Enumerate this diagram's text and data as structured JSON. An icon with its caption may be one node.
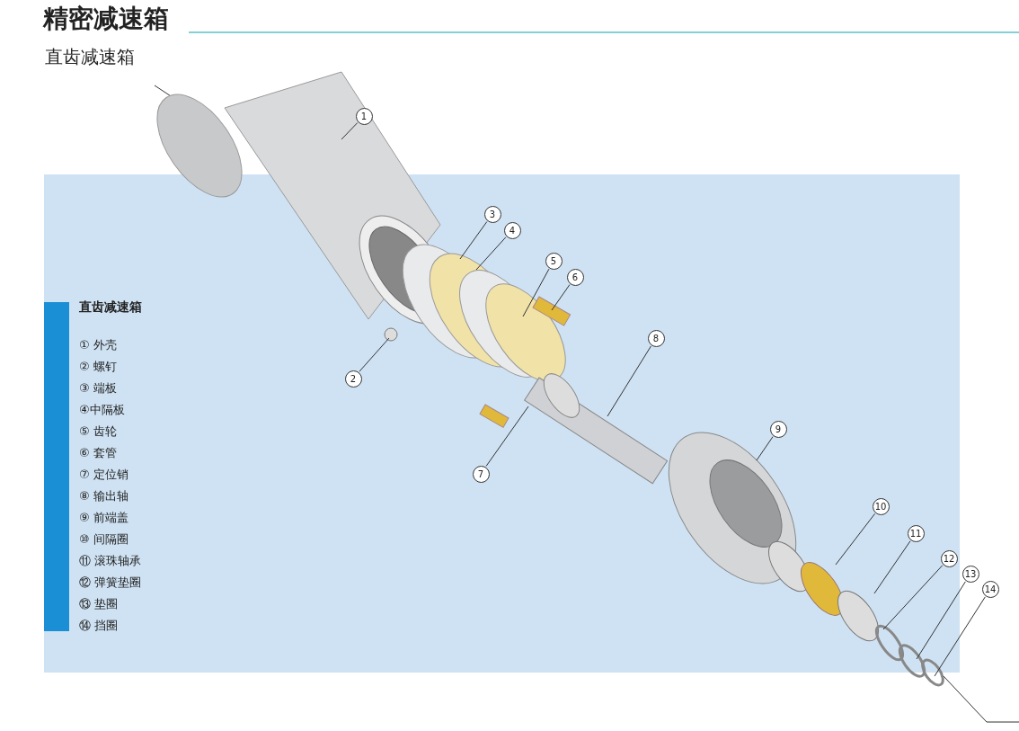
{
  "diagram": {
    "title": "精密减速箱",
    "nodes": [
      {
        "text": [
          "1"
        ]
      },
      {
        "text": [
          "2"
        ]
      },
      {
        "text": [
          "3"
        ]
      },
      {
        "text": [
          "4"
        ]
      },
      {
        "text": [
          "5"
        ]
      },
      {
        "text": [
          "6"
        ]
      },
      {
        "text": [
          "7"
        ]
      },
      {
        "text": [
          "8"
        ]
      },
      {
        "text": [
          "9"
        ]
      },
      {
        "text": [
          "10"
        ]
      },
      {
        "text": [
          "11"
        ]
      },
      {
        "text": [
          "12"
        ]
      },
      {
        "text": [
          "13"
        ]
      },
      {
        "text": [
          "14"
        ]
      }
    ],
    "edges": [
      {
        "from": 0,
        "to": null,
        "arrow": "none"
      },
      {
        "from": 1,
        "to": null,
        "arrow": "none"
      },
      {
        "from": 2,
        "to": null,
        "arrow": "none"
      },
      {
        "from": 3,
        "to": null,
        "arrow": "none"
      },
      {
        "from": 4,
        "to": null,
        "arrow": "none"
      },
      {
        "from": 5,
        "to": null,
        "arrow": "none"
      },
      {
        "from": 6,
        "to": null,
        "arrow": "none"
      },
      {
        "from": 7,
        "to": null,
        "arrow": "none"
      },
      {
        "from": 8,
        "to": null,
        "arrow": "none"
      },
      {
        "from": 9,
        "to": null,
        "arrow": "none"
      },
      {
        "from": 10,
        "to": null,
        "arrow": "none"
      },
      {
        "from": 11,
        "to": null,
        "arrow": "none"
      },
      {
        "from": 12,
        "to": null,
        "arrow": "none"
      },
      {
        "from": 13,
        "to": null,
        "arrow": "none"
      }
    ],
    "labels": [
      "直齿减速箱",
      "直齿减速箱",
      "① 外壳",
      "② 螺钉",
      "③ 端板",
      "④中隔板",
      "⑤ 齿轮",
      "⑥ 套管",
      "⑦ 定位销",
      "⑧ 输出轴",
      "⑨ 前端盖",
      "⑩ 间隔圈",
      "⑪ 滚珠轴承",
      "⑫ 弹簧垫圈",
      "⑬ 垫圈",
      "⑭ 挡圈"
    ]
  }
}
